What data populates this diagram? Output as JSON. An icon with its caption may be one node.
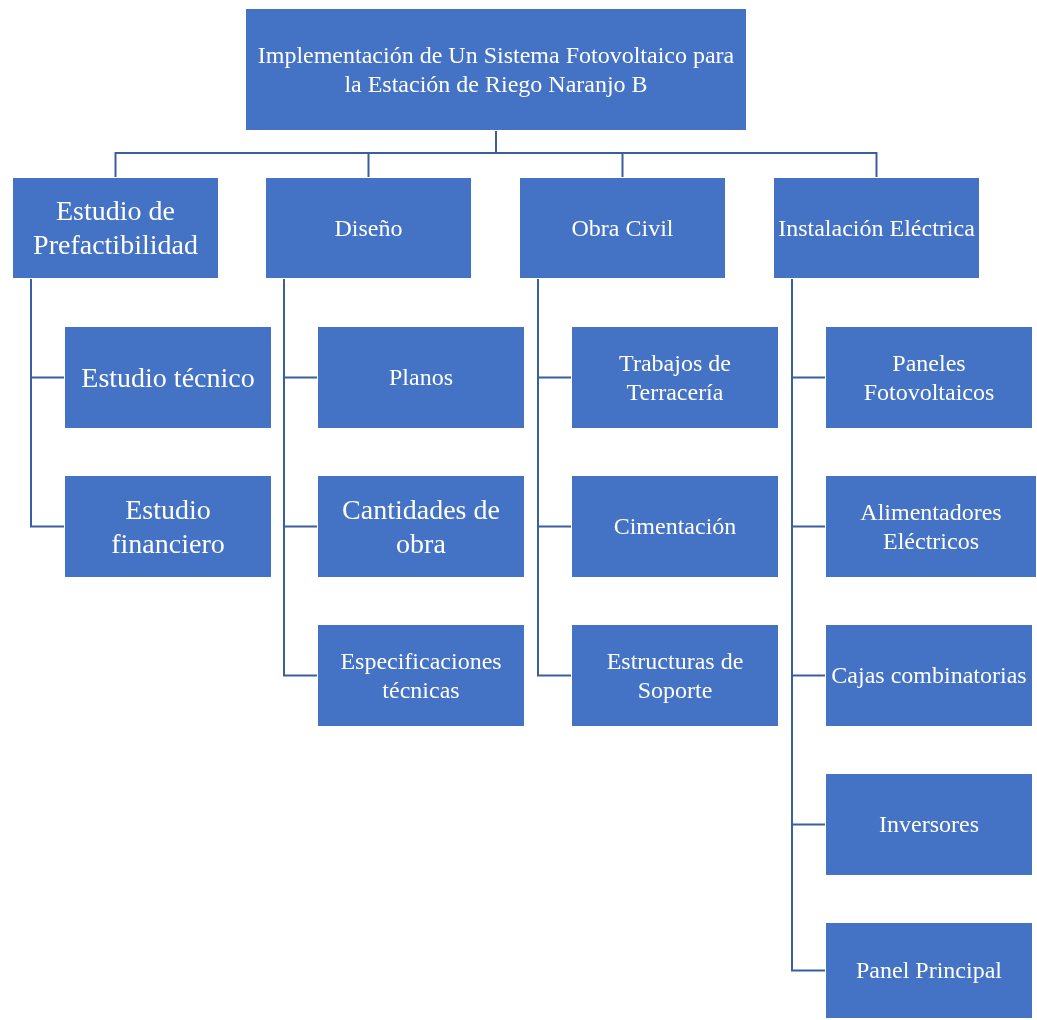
{
  "diagram": {
    "nodes": [
      {
        "text": [
          "Implementación de Un Sistema Fotovoltaico para la Estación de Riego Naranjo B"
        ]
      },
      {
        "text": [
          "Estudio de Prefactibilidad"
        ]
      },
      {
        "text": [
          "Estudio técnico"
        ]
      },
      {
        "text": [
          "Estudio financiero"
        ]
      },
      {
        "text": [
          "Diseño"
        ]
      },
      {
        "text": [
          "Planos"
        ]
      },
      {
        "text": [
          "Cantidades de obra"
        ]
      },
      {
        "text": [
          "Especificaciones técnicas"
        ]
      },
      {
        "text": [
          "Obra Civil"
        ]
      },
      {
        "text": [
          "Trabajos de Terracería"
        ]
      },
      {
        "text": [
          "Cimentación"
        ]
      },
      {
        "text": [
          "Estructuras de Soporte"
        ]
      },
      {
        "text": [
          "Instalación Eléctrica"
        ]
      },
      {
        "text": [
          "Paneles Fotovoltaicos"
        ]
      },
      {
        "text": [
          "Alimentadores Eléctricos"
        ]
      },
      {
        "text": [
          "Cajas combinatorias"
        ]
      },
      {
        "text": [
          "Inversores"
        ]
      },
      {
        "text": [
          "Panel Principal"
        ]
      }
    ],
    "edges": [
      {
        "from": 0,
        "to": 1,
        "arrow": "none"
      },
      {
        "from": 0,
        "to": 4,
        "arrow": "none"
      },
      {
        "from": 0,
        "to": 8,
        "arrow": "none"
      },
      {
        "from": 0,
        "to": 12,
        "arrow": "none"
      },
      {
        "from": 1,
        "to": 2,
        "arrow": "none"
      },
      {
        "from": 1,
        "to": 3,
        "arrow": "none"
      },
      {
        "from": 4,
        "to": 5,
        "arrow": "none"
      },
      {
        "from": 4,
        "to": 6,
        "arrow": "none"
      },
      {
        "from": 4,
        "to": 7,
        "arrow": "none"
      },
      {
        "from": 8,
        "to": 9,
        "arrow": "none"
      },
      {
        "from": 8,
        "to": 10,
        "arrow": "none"
      },
      {
        "from": 8,
        "to": 11,
        "arrow": "none"
      },
      {
        "from": 12,
        "to": 13,
        "arrow": "none"
      },
      {
        "from": 12,
        "to": 14,
        "arrow": "none"
      },
      {
        "from": 12,
        "to": 15,
        "arrow": "none"
      },
      {
        "from": 12,
        "to": 16,
        "arrow": "none"
      },
      {
        "from": 12,
        "to": 17,
        "arrow": "none"
      }
    ]
  }
}
